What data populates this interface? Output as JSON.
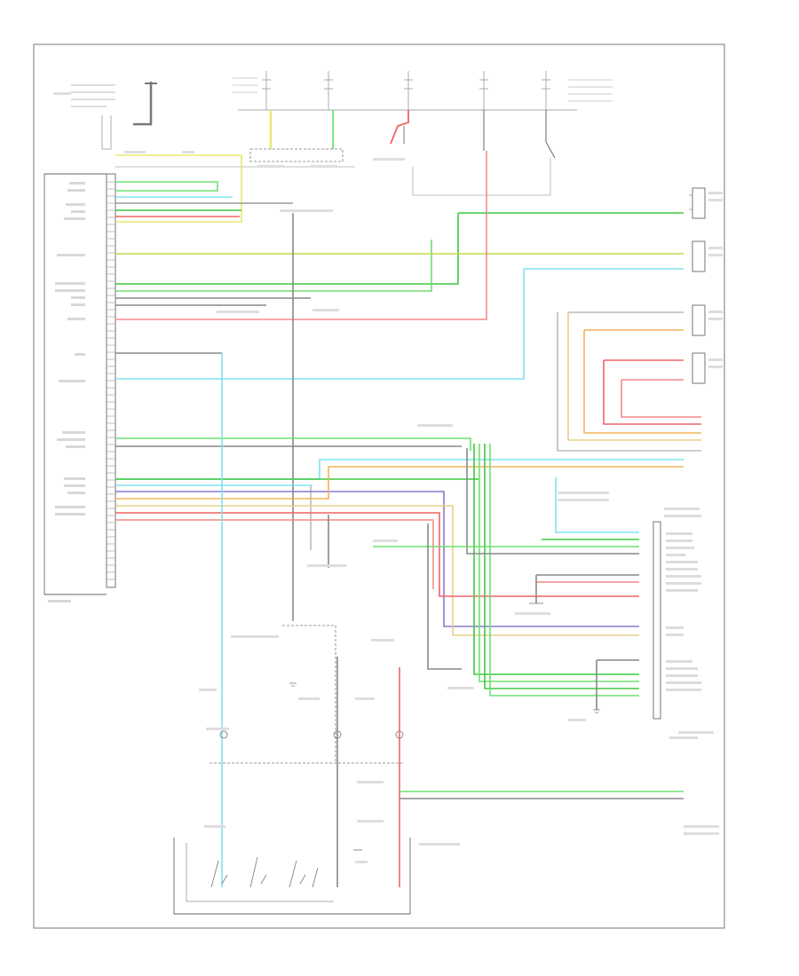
{
  "footer": {
    "diagram_code": ""
  },
  "colors": {
    "yellow": "#e8e870",
    "lightgreen": "#6fe06f",
    "green": "#3ec83e",
    "cyan": "#7fe3ee",
    "red": "#f06464",
    "pink": "#f48a8a",
    "orange": "#f2b35a",
    "tan": "#e8cf8a",
    "violet": "#8a78d0",
    "grey": "#9a9a9a",
    "black": "#666666"
  },
  "components": [
    "radio-unit",
    "top-fuse-block",
    "right-front-speaker",
    "left-front-speaker",
    "left-rear-speaker",
    "right-rear-speaker",
    "rear-integrated-control-panel",
    "antenna",
    "steering-wheel-clockspring",
    "steering-wheel-radio-switch",
    "ground-points"
  ]
}
